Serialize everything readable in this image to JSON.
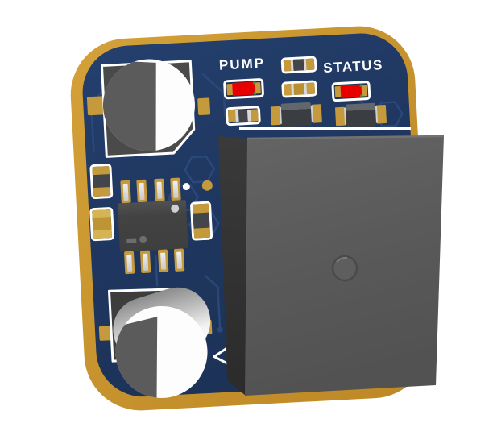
{
  "scene": {
    "object": "3D render of a small pump-controller PCB module",
    "background_color": "#FFFFFF"
  },
  "board": {
    "edge_color": "#C8942F",
    "soldermask_color": "#1F3760",
    "trace_color": "#2C4A7C",
    "silkscreen_color": "#FFFFFF",
    "labels": {
      "pump": "PUMP",
      "status": "STATUS"
    }
  },
  "colors": {
    "led_red": "#E80000",
    "led_green_dot": "#2FA12F",
    "pad_gold": "#C49A3C",
    "pin_silver": "#D9D9D9",
    "component_dark": "#42464A",
    "module_gray": "#5C5C5C",
    "module_side_gray": "#333333",
    "capacitor_white": "#FDFDFD",
    "capacitor_marking": "#5B5B5B"
  },
  "components": {
    "top_capacitor": "electrolytic capacitor",
    "bottom_capacitor": "electrolytic capacitor",
    "driver_ic": "SOIC-8 IC",
    "pump_led": "red LED",
    "status_led": "red LED",
    "pump_module": "dark pump module block",
    "resistors": "chip resistors",
    "diodes": "SMD diodes",
    "polarity_triangle": "silkscreen polarity marker"
  }
}
